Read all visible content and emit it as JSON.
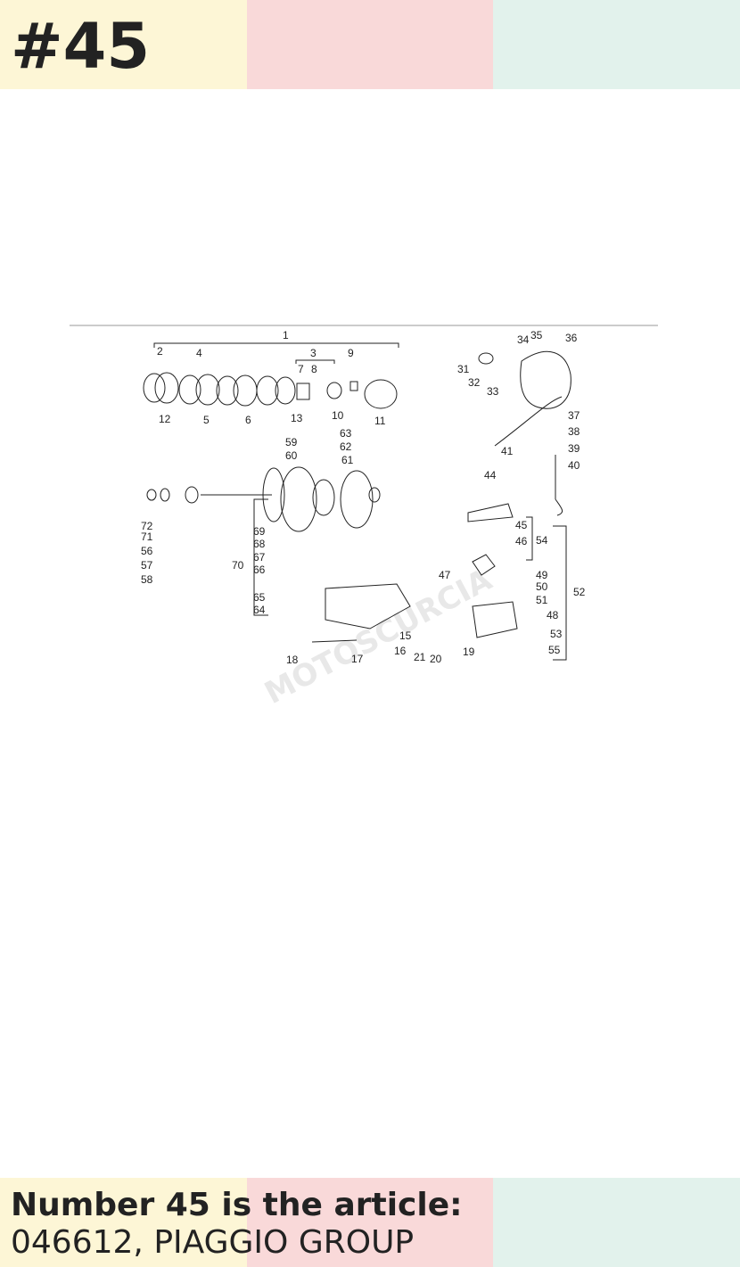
{
  "header": {
    "number": "#45"
  },
  "footer": {
    "line1": "Number 45 is the article:",
    "line2": "046612, PIAGGIO GROUP"
  },
  "diagram": {
    "watermark": "MOTOSCURCIA",
    "callouts": [
      "1",
      "2",
      "3",
      "4",
      "5",
      "6",
      "7",
      "8",
      "9",
      "10",
      "11",
      "12",
      "13",
      "15",
      "16",
      "17",
      "18",
      "19",
      "20",
      "21",
      "31",
      "32",
      "33",
      "34",
      "35",
      "36",
      "37",
      "38",
      "39",
      "40",
      "41",
      "44",
      "45",
      "46",
      "47",
      "48",
      "49",
      "50",
      "51",
      "52",
      "53",
      "54",
      "55",
      "56",
      "57",
      "58",
      "59",
      "60",
      "61",
      "62",
      "63",
      "64",
      "65",
      "66",
      "67",
      "68",
      "69",
      "70",
      "71",
      "72"
    ]
  },
  "colors": {
    "band_yellow": "#fdf6d6",
    "band_pink": "#f9d9d9",
    "band_green": "#e2f2ec",
    "text": "#222222"
  }
}
